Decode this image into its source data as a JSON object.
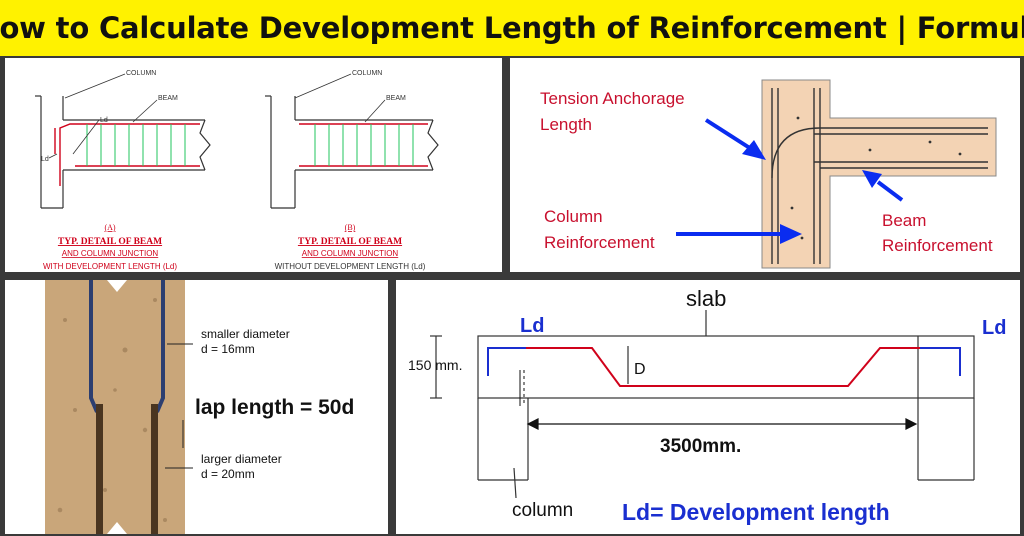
{
  "banner": {
    "title": "How to Calculate Development Length of Reinforcement | Formula"
  },
  "panel1": {
    "column_label_a": "COLUMN",
    "column_label_b": "COLUMN",
    "beam_label_a": "BEAM",
    "beam_label_b": "BEAM",
    "ld_label_top": "Ld",
    "ld_label_side": "Ld",
    "caption_a_letter": "(A)",
    "caption_a_title": "TYP. DETAIL OF BEAM",
    "caption_a_line2": "AND COLUMN JUNCTION",
    "caption_a_line3": "WITH DEVELOPMENT LENGTH (Ld)",
    "caption_b_letter": "(B)",
    "caption_b_title": "TYP. DETAIL OF BEAM",
    "caption_b_line2": "AND COLUMN JUNCTION",
    "caption_b_line3": "WITHOUT DEVELOPMENT LENGTH (Ld)"
  },
  "panel2": {
    "tension_line1": "Tension Anchorage",
    "tension_line2": "Length",
    "column_line1": "Column",
    "column_line2": "Reinforcement",
    "beam_line1": "Beam",
    "beam_line2": "Reinforcement",
    "colors": {
      "label": "#c8102e",
      "arrow": "#0a2cf0",
      "concrete": "#f3d3b4"
    }
  },
  "panel3": {
    "smaller_line1": "smaller diameter",
    "smaller_line2": "d = 16mm",
    "lap_label": "lap length = 50d",
    "larger_line1": "larger diameter",
    "larger_line2": "d = 20mm"
  },
  "panel4": {
    "slab_label": "slab",
    "ld_left": "Ld",
    "ld_right": "Ld",
    "thickness_label": "150 mm.",
    "depth_label": "D",
    "span_label": "3500mm.",
    "column_label": "column",
    "legend": "Ld= Development length",
    "colors": {
      "rebar": "#d0021b",
      "ld": "#1a2fd0"
    }
  }
}
